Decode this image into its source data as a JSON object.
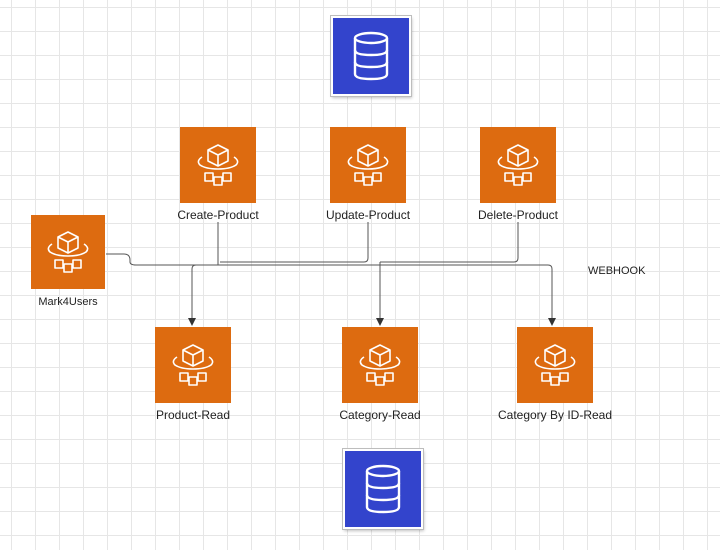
{
  "diagram": {
    "top_database": {
      "icon": "database-icon"
    },
    "bottom_database": {
      "icon": "database-icon"
    },
    "writers": [
      {
        "label": "Create-Product",
        "icon": "lambda-service-icon"
      },
      {
        "label": "Update-Product",
        "icon": "lambda-service-icon"
      },
      {
        "label": "Delete-Product",
        "icon": "lambda-service-icon"
      }
    ],
    "trigger": {
      "label": "Mark4Users",
      "icon": "lambda-service-icon"
    },
    "readers": [
      {
        "label": "Product-Read",
        "icon": "lambda-service-icon"
      },
      {
        "label": "Category-Read",
        "icon": "lambda-service-icon"
      },
      {
        "label": "Category By ID-Read",
        "icon": "lambda-service-icon"
      }
    ],
    "connector_label": "WEBHOOK",
    "colors": {
      "service_fill": "#dd6b10",
      "database_fill": "#3344cc",
      "connector": "#333333"
    }
  }
}
